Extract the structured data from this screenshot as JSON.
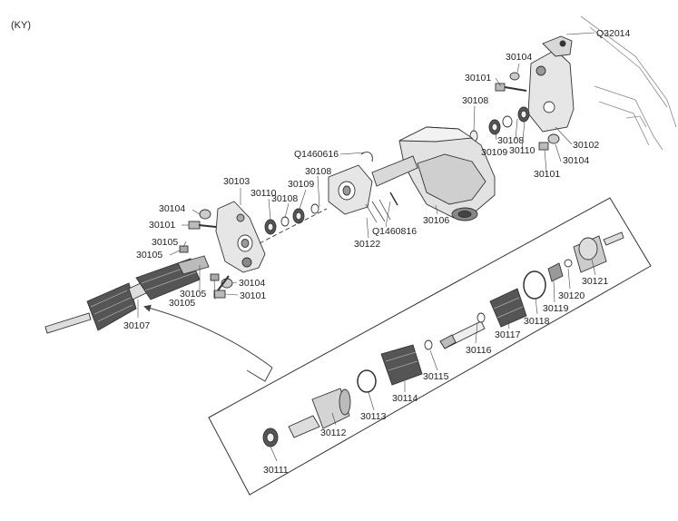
{
  "variant_code": "(KY)",
  "callouts": {
    "q32014": "Q32014",
    "p30104_a": "30104",
    "p30101_a": "30101",
    "p30108_a": "30108",
    "p30108_b": "30108",
    "p30109_a": "30109",
    "p30110_a": "30110",
    "p30102": "30102",
    "p30104_b": "30104",
    "p30101_b": "30101",
    "q1460616": "Q1460616",
    "p30108_c": "30108",
    "p30103": "30103",
    "p30110_b": "30110",
    "p30108_d": "30108",
    "p30109_b": "30109",
    "p30104_c": "30104",
    "p30101_c": "30101",
    "p30105_a": "30105",
    "p30105_b": "30105",
    "p30105_c": "30105",
    "p30105_d": "30105",
    "p30104_d": "30104",
    "p30101_d": "30101",
    "q1460816": "Q1460816",
    "p30122": "30122",
    "p30106": "30106",
    "p30107": "30107",
    "p30121": "30121",
    "p30120": "30120",
    "p30119": "30119",
    "p30118": "30118",
    "p30117": "30117",
    "p30116": "30116",
    "p30115": "30115",
    "p30114": "30114",
    "p30113": "30113",
    "p30112": "30112",
    "p30111": "30111"
  }
}
